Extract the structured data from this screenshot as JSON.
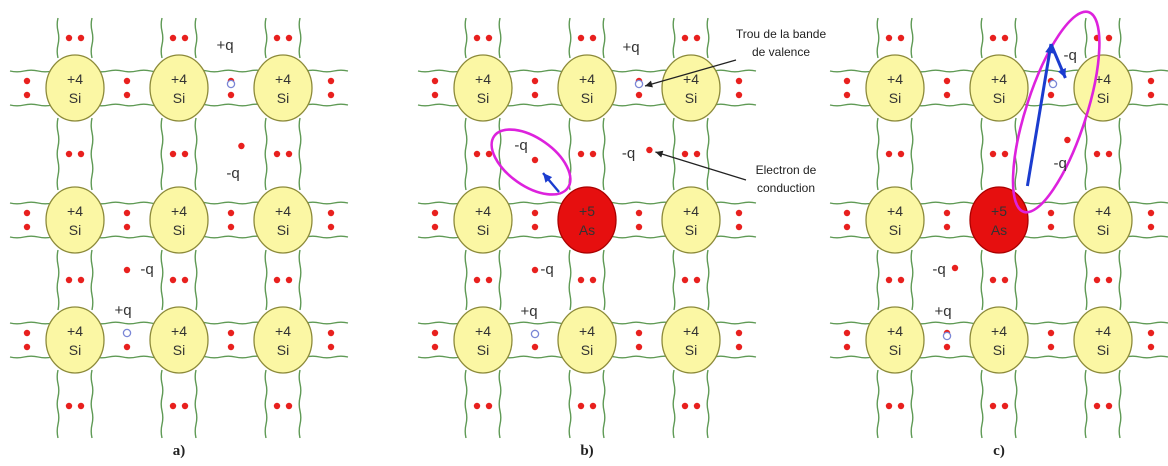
{
  "colors": {
    "bond_line": "#5f9a55",
    "si_fill": "#fbf7a4",
    "si_stroke": "#8c8a3a",
    "as_fill": "#e60f0f",
    "electron": "#e8201e",
    "hole": "#7a86d6",
    "highlight_ellipse": "#dd22dd",
    "motion_arrow": "#1b3ccf"
  },
  "icons": {
    "electron": "red-dot",
    "hole": "blue-circle",
    "motion": "blue-arrow"
  },
  "atoms": {
    "si_charge": "+4",
    "si_symbol": "Si",
    "as_charge": "+5",
    "as_symbol": "As"
  },
  "labels": {
    "positive": "+q",
    "negative": "-q"
  },
  "annotations": {
    "hole_line1": "Trou de la bande",
    "hole_line2": "de valence",
    "electron_line1": "Electron de",
    "electron_line2": "conduction"
  },
  "panels": [
    {
      "label": "a)",
      "dopant": false
    },
    {
      "label": "b)",
      "dopant": true
    },
    {
      "label": "c)",
      "dopant": true
    }
  ]
}
